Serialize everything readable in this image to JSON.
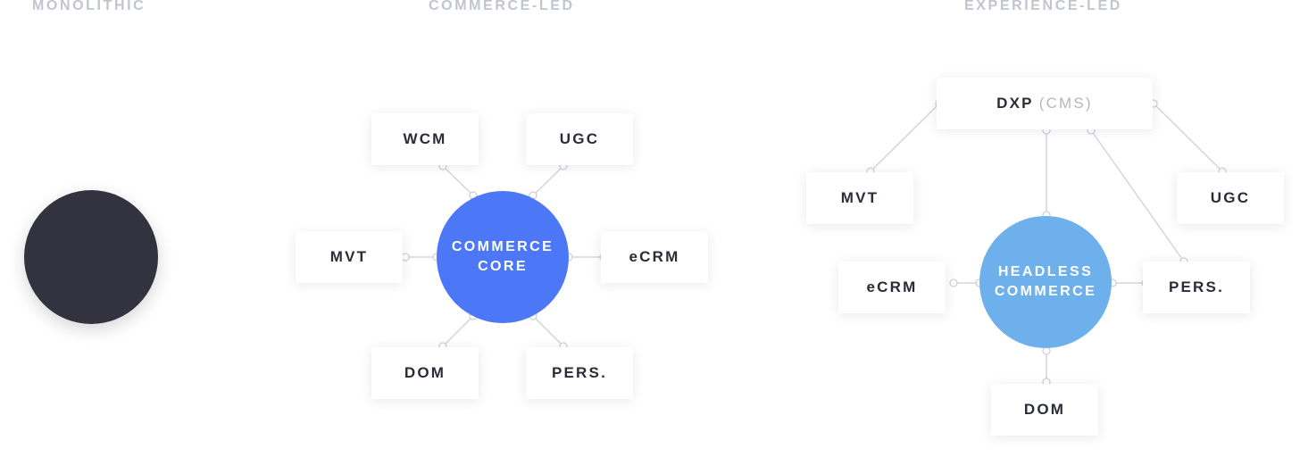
{
  "columns": {
    "monolithic": {
      "title": "MONOLITHIC"
    },
    "commerce_led": {
      "title": "COMMERCE-LED",
      "core_lines": [
        "COMMERCE",
        "CORE"
      ],
      "nodes": {
        "wcm": "WCM",
        "ugc": "UGC",
        "mvt": "MVT",
        "ecrm": "eCRM",
        "dom": "DOM",
        "pers": "PERS."
      }
    },
    "experience_led": {
      "title": "EXPERIENCE-LED",
      "dxp": "DXP",
      "dxp_note": "(CMS)",
      "core_lines": [
        "HEADLESS",
        "COMMERCE"
      ],
      "nodes": {
        "mvt": "MVT",
        "ugc": "UGC",
        "ecrm": "eCRM",
        "pers": "PERS.",
        "dom": "DOM"
      }
    }
  },
  "colors": {
    "monolith": "#33323f",
    "commerce_core": "#4c78f7",
    "headless_core": "#6eb0eb",
    "connector": "#d3d5dc",
    "heading": "#c2c5cf"
  }
}
